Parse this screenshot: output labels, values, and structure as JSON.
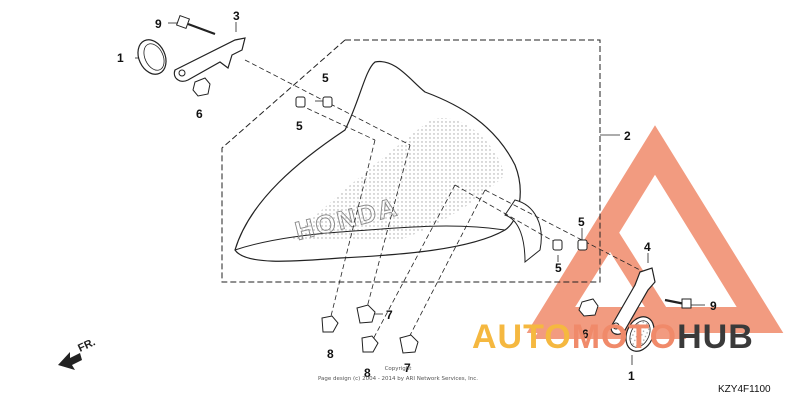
{
  "callouts": {
    "c1_left": "1",
    "c1_right": "1",
    "c2": "2",
    "c3": "3",
    "c4": "4",
    "c5a": "5",
    "c5b": "5",
    "c5c": "5",
    "c5d": "5",
    "c6_left": "6",
    "c6_right": "6",
    "c7a": "7",
    "c7b": "7",
    "c8a": "8",
    "c8b": "8",
    "c9_left": "9",
    "c9_right": "9"
  },
  "fender_text": "HONDA",
  "direction_label": "FR.",
  "copyright": {
    "line1": "Copyright",
    "line2": "Page design (c) 2004 - 2014 by ARI Network Services, Inc."
  },
  "diagram_code": "KZY4F1100",
  "watermark": {
    "part1": "AUTO",
    "part2": "MOTO",
    "part3": "HUB",
    "color_accent": "#f08a6a",
    "color_highlight": "#f5b840",
    "color_dark": "#3a3a3a"
  }
}
